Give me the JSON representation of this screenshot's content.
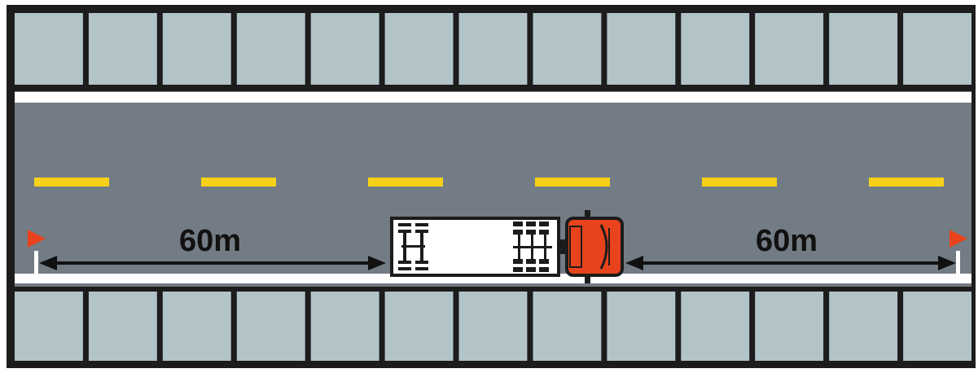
{
  "labels": {
    "left_distance": "60m",
    "right_distance": "60m"
  },
  "colors": {
    "outline": "#1c1c1c",
    "sidewalk_block": "#b3c4c9",
    "road": "#737c84",
    "lane_line": "#f7d117",
    "edge_line": "#ffffff",
    "truck_cab": "#e8431c",
    "trailer": "#ffffff",
    "flag": "#e8431c"
  },
  "sidewalk": {
    "blocks_per_row": 13
  },
  "lane": {
    "dash_count": 6
  }
}
